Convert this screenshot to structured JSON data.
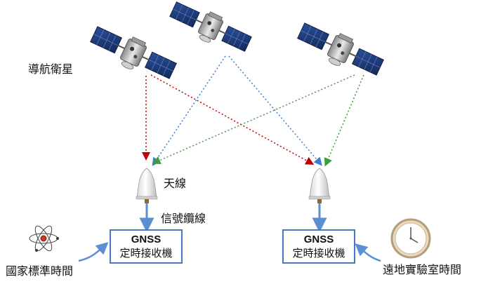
{
  "labels": {
    "satellites": "導航衛星",
    "antenna": "天線",
    "cable": "信號纜線",
    "national_time": "國家標準時間",
    "remote_lab_time": "遠地實驗室時間"
  },
  "receivers": [
    {
      "title": "GNSS",
      "subtitle": "定時接收機"
    },
    {
      "title": "GNSS",
      "subtitle": "定時接收機"
    }
  ],
  "colors": {
    "box_border": "#4a78bf",
    "cable": "#5b8fd0",
    "signal_red": "#c00000",
    "signal_blue": "#3a7fd0",
    "signal_green": "#3c9e3c"
  },
  "icons": [
    "satellite-icon",
    "antenna-icon",
    "atom-icon",
    "clock-icon"
  ]
}
